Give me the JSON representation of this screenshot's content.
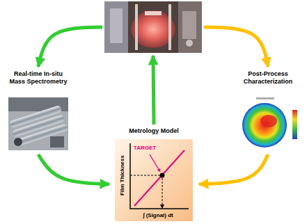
{
  "diagram": {
    "nodes": [
      {
        "text": []
      },
      {
        "text": [
          "Real-time In-situ Mass Spectrometry"
        ]
      },
      {
        "text": [
          "Post-Process Characterization"
        ]
      },
      {
        "text": [
          "Metrology Model"
        ]
      }
    ],
    "edges": [
      {
        "from": 0,
        "to": 1,
        "arrow": "to"
      },
      {
        "from": 1,
        "to": 3,
        "arrow": "to"
      },
      {
        "from": 3,
        "to": 0,
        "arrow": "to"
      },
      {
        "from": 0,
        "to": 2,
        "arrow": "to"
      },
      {
        "from": 2,
        "to": 3,
        "arrow": "to"
      }
    ],
    "labels": [
      "TARGET",
      "Film Thickness",
      "∫ (Signal) dt"
    ]
  }
}
